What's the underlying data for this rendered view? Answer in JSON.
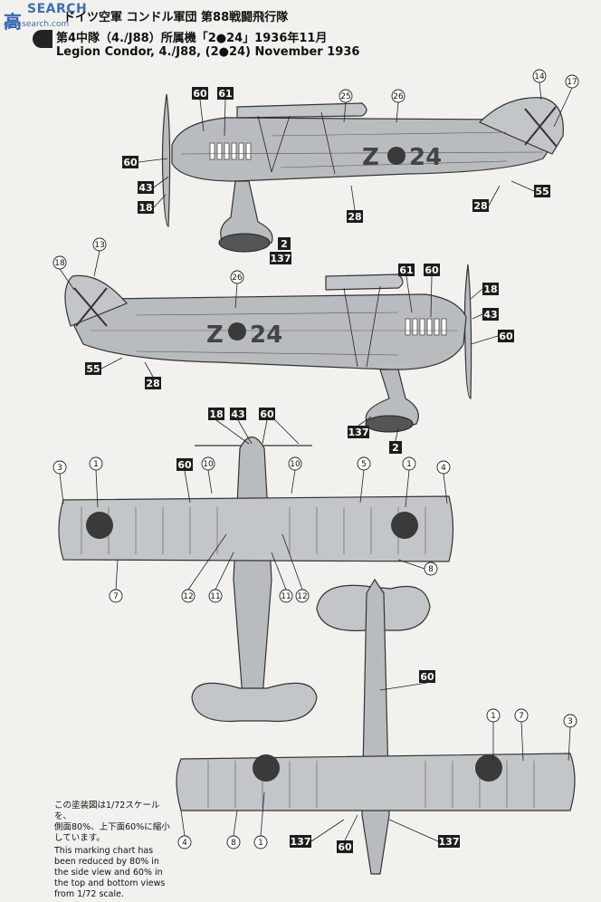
{
  "watermark": {
    "site": "SEARCH",
    "url": "gao-search.com",
    "logo_text": "高"
  },
  "header": {
    "line1_jp": "ドイツ空軍 コンドル軍団 第88戦闘飛行隊",
    "line2_jp": "第4中隊（4./J88）所属機「2●24」1936年11月",
    "line3_en": "Legion Condor, 4./J88, (2●24) November 1936"
  },
  "side_view_1": {
    "fuselage_code": "Z●24",
    "callouts_boxed": [
      "60",
      "61",
      "43",
      "18",
      "60",
      "28",
      "55",
      "28",
      "2",
      "137"
    ],
    "callouts_round": [
      "25",
      "26",
      "14",
      "17"
    ]
  },
  "side_view_2": {
    "fuselage_code": "Z●24",
    "callouts_boxed": [
      "61",
      "60",
      "18",
      "43",
      "60",
      "55",
      "28",
      "137",
      "2"
    ],
    "callouts_round": [
      "13",
      "18",
      "26"
    ]
  },
  "top_view": {
    "callouts_boxed": [
      "18",
      "43",
      "60",
      "60"
    ],
    "callouts_round": [
      "3",
      "1",
      "10",
      "10",
      "5",
      "1",
      "4",
      "8",
      "7",
      "12",
      "11",
      "11",
      "12"
    ]
  },
  "bottom_view": {
    "callouts_boxed": [
      "60",
      "137",
      "60",
      "137"
    ],
    "callouts_round": [
      "1",
      "7",
      "3",
      "4",
      "8",
      "1"
    ]
  },
  "note": {
    "jp_line1": "この塗装図は1/72スケールを、",
    "jp_line2": "側面80%、上下面60%に縮小",
    "jp_line3": "しています。",
    "en": "This marking chart has been reduced by 80% in the side view and 60% in the top and bottom views from 1/72 scale."
  }
}
